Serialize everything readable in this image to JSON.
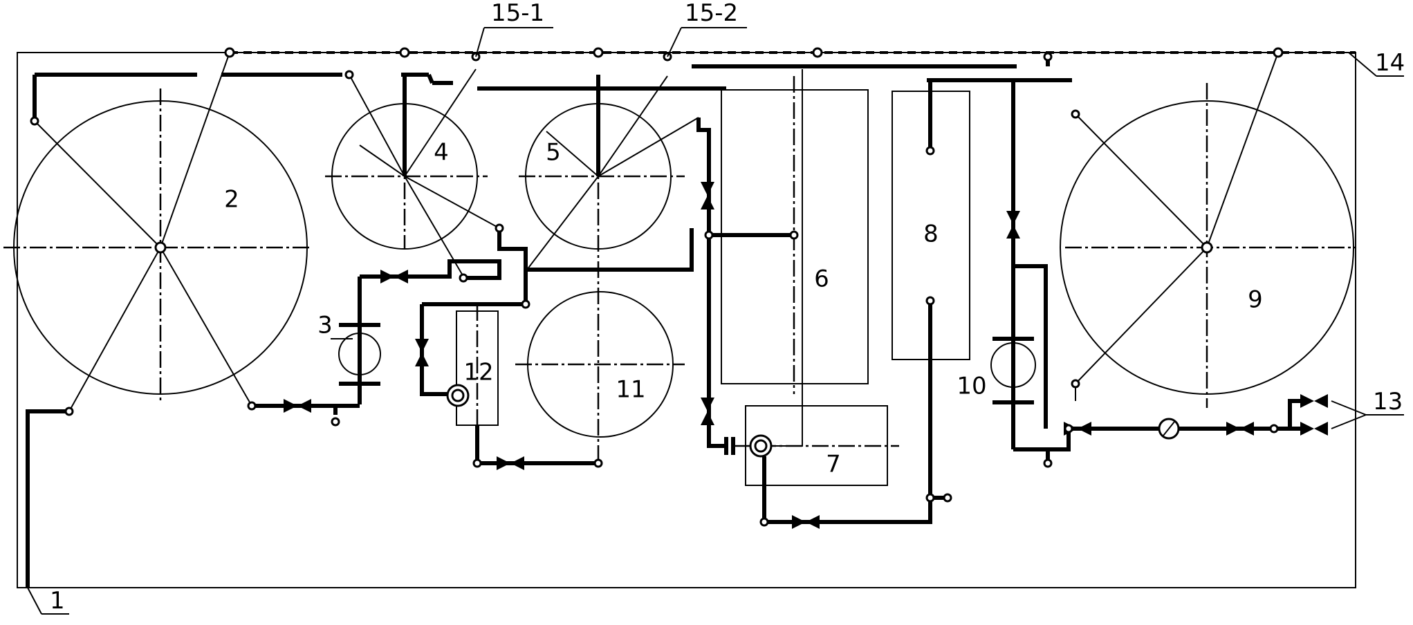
{
  "diagram": {
    "labels": {
      "l1": "1",
      "l2": "2",
      "l3": "3",
      "l4": "4",
      "l5": "5",
      "l6": "6",
      "l7": "7",
      "l8": "8",
      "l9": "9",
      "l10": "10",
      "l11": "11",
      "l12": "12",
      "l13": "13",
      "l14": "14",
      "l15_1": "15-1",
      "l15_2": "15-2"
    }
  }
}
